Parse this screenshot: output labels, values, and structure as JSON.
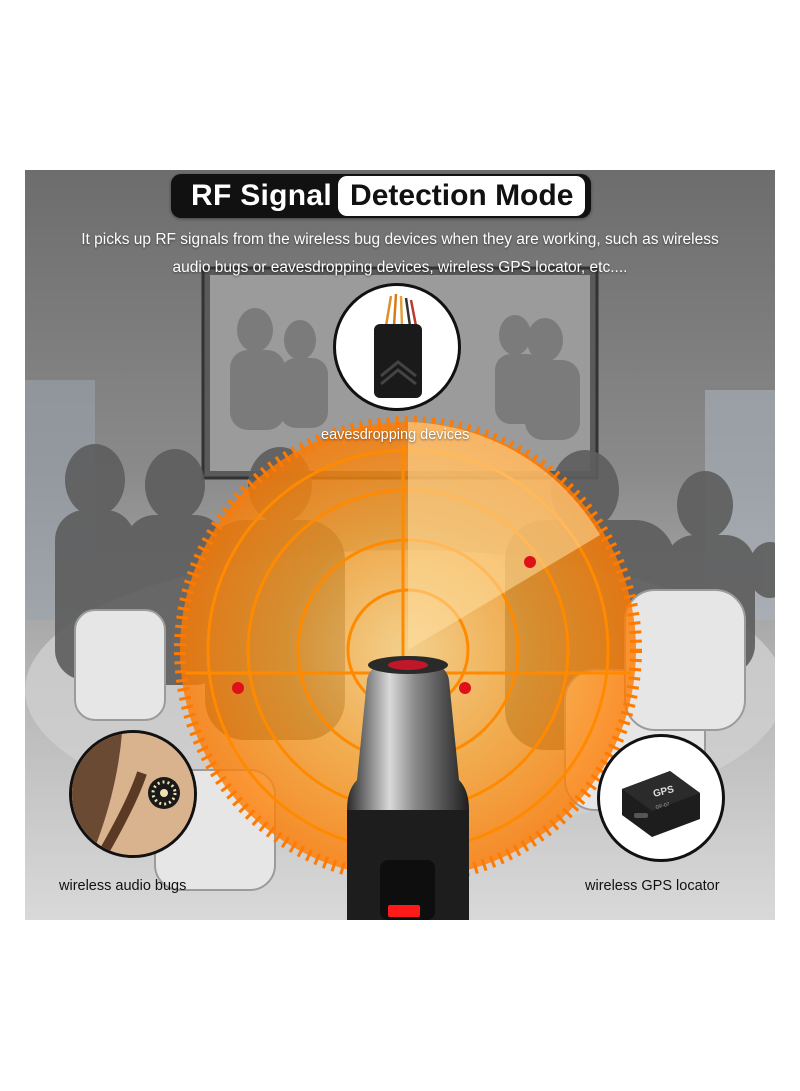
{
  "title": {
    "part1": "RF Signal",
    "part2": "Detection Mode"
  },
  "description": {
    "line1": "It picks up RF signals from the wireless bug devices when they are working, such as wireless",
    "line2": "audio bugs or eavesdropping devices, wireless GPS locator, etc...."
  },
  "callouts": {
    "eavesdropping": "eavesdropping devices",
    "audio_bugs": "wireless audio bugs",
    "gps": "wireless GPS locator"
  },
  "gps_device_text": {
    "brand": "GPS",
    "small": "GF-07"
  },
  "colors": {
    "radar_orange": "#ff8a00",
    "radar_light": "#ffc15a",
    "red_dot": "#e0101a"
  }
}
